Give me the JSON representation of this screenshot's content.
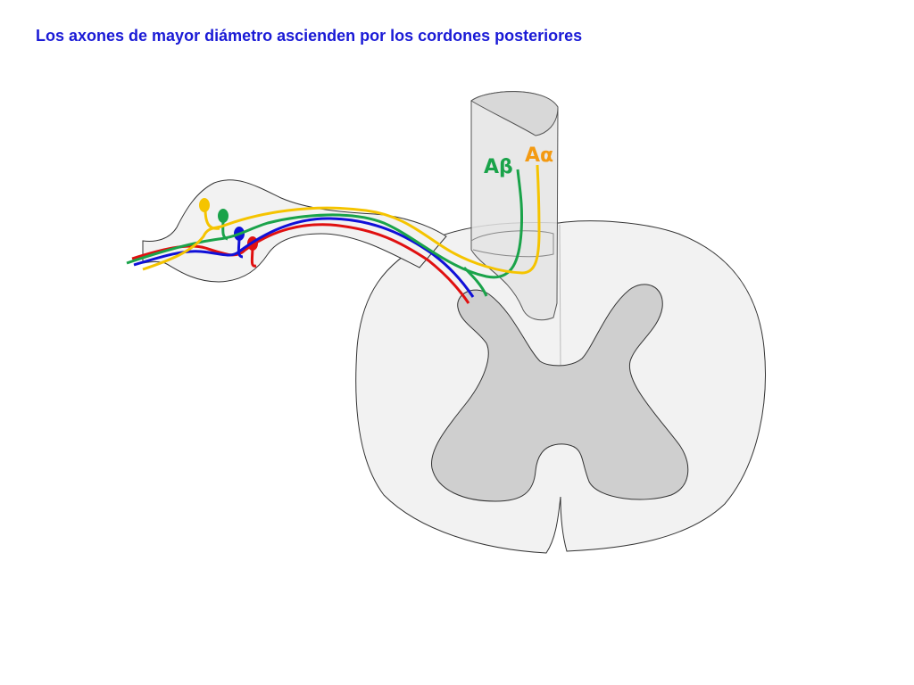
{
  "title": "Los axones de mayor diámetro ascienden por los cordones posteriores",
  "labels": {
    "a_beta": "Aβ",
    "a_alpha": "Aα"
  },
  "colors": {
    "title": "#1a1ad6",
    "a_alpha_fiber": "#f5c400",
    "a_alpha_label": "#f39a12",
    "a_beta_fiber": "#1aa34a",
    "blue_fiber": "#1010d8",
    "red_fiber": "#e01010",
    "white_matter": "#f2f2f2",
    "gray_matter": "#cfcfcf",
    "column": "#e6e6e6"
  }
}
